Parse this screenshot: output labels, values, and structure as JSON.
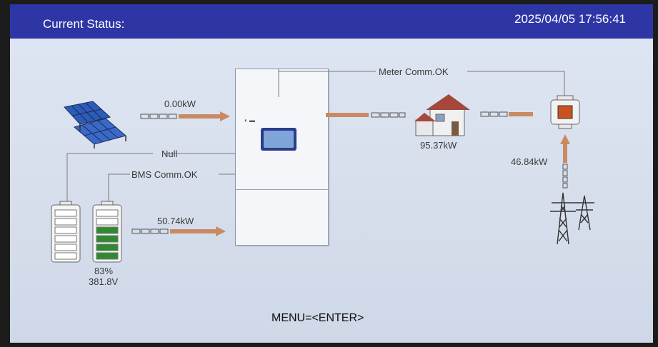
{
  "header": {
    "title": "Current Status:",
    "datetime": "2025/04/05 17:56:41"
  },
  "pv": {
    "power": "0.00kW"
  },
  "battery": {
    "status_left": "Null",
    "bms": "BMS Comm.OK",
    "power": "50.74kW",
    "soc": "83%",
    "voltage": "381.8V",
    "soc_fraction": 0.83
  },
  "load": {
    "power": "95.37kW"
  },
  "meter": {
    "status": "Meter Comm.OK"
  },
  "grid": {
    "power": "46.84kW"
  },
  "footer": {
    "menu_hint": "MENU=<ENTER>"
  },
  "colors": {
    "header": "#2e36a6",
    "arrow": "#c98a63",
    "battery_fill": "#2f8a2f",
    "roof": "#a3483a"
  },
  "icons": [
    "solar-panel-icon",
    "inverter-icon",
    "house-icon",
    "meter-icon",
    "pylon-icon",
    "battery-icon"
  ]
}
